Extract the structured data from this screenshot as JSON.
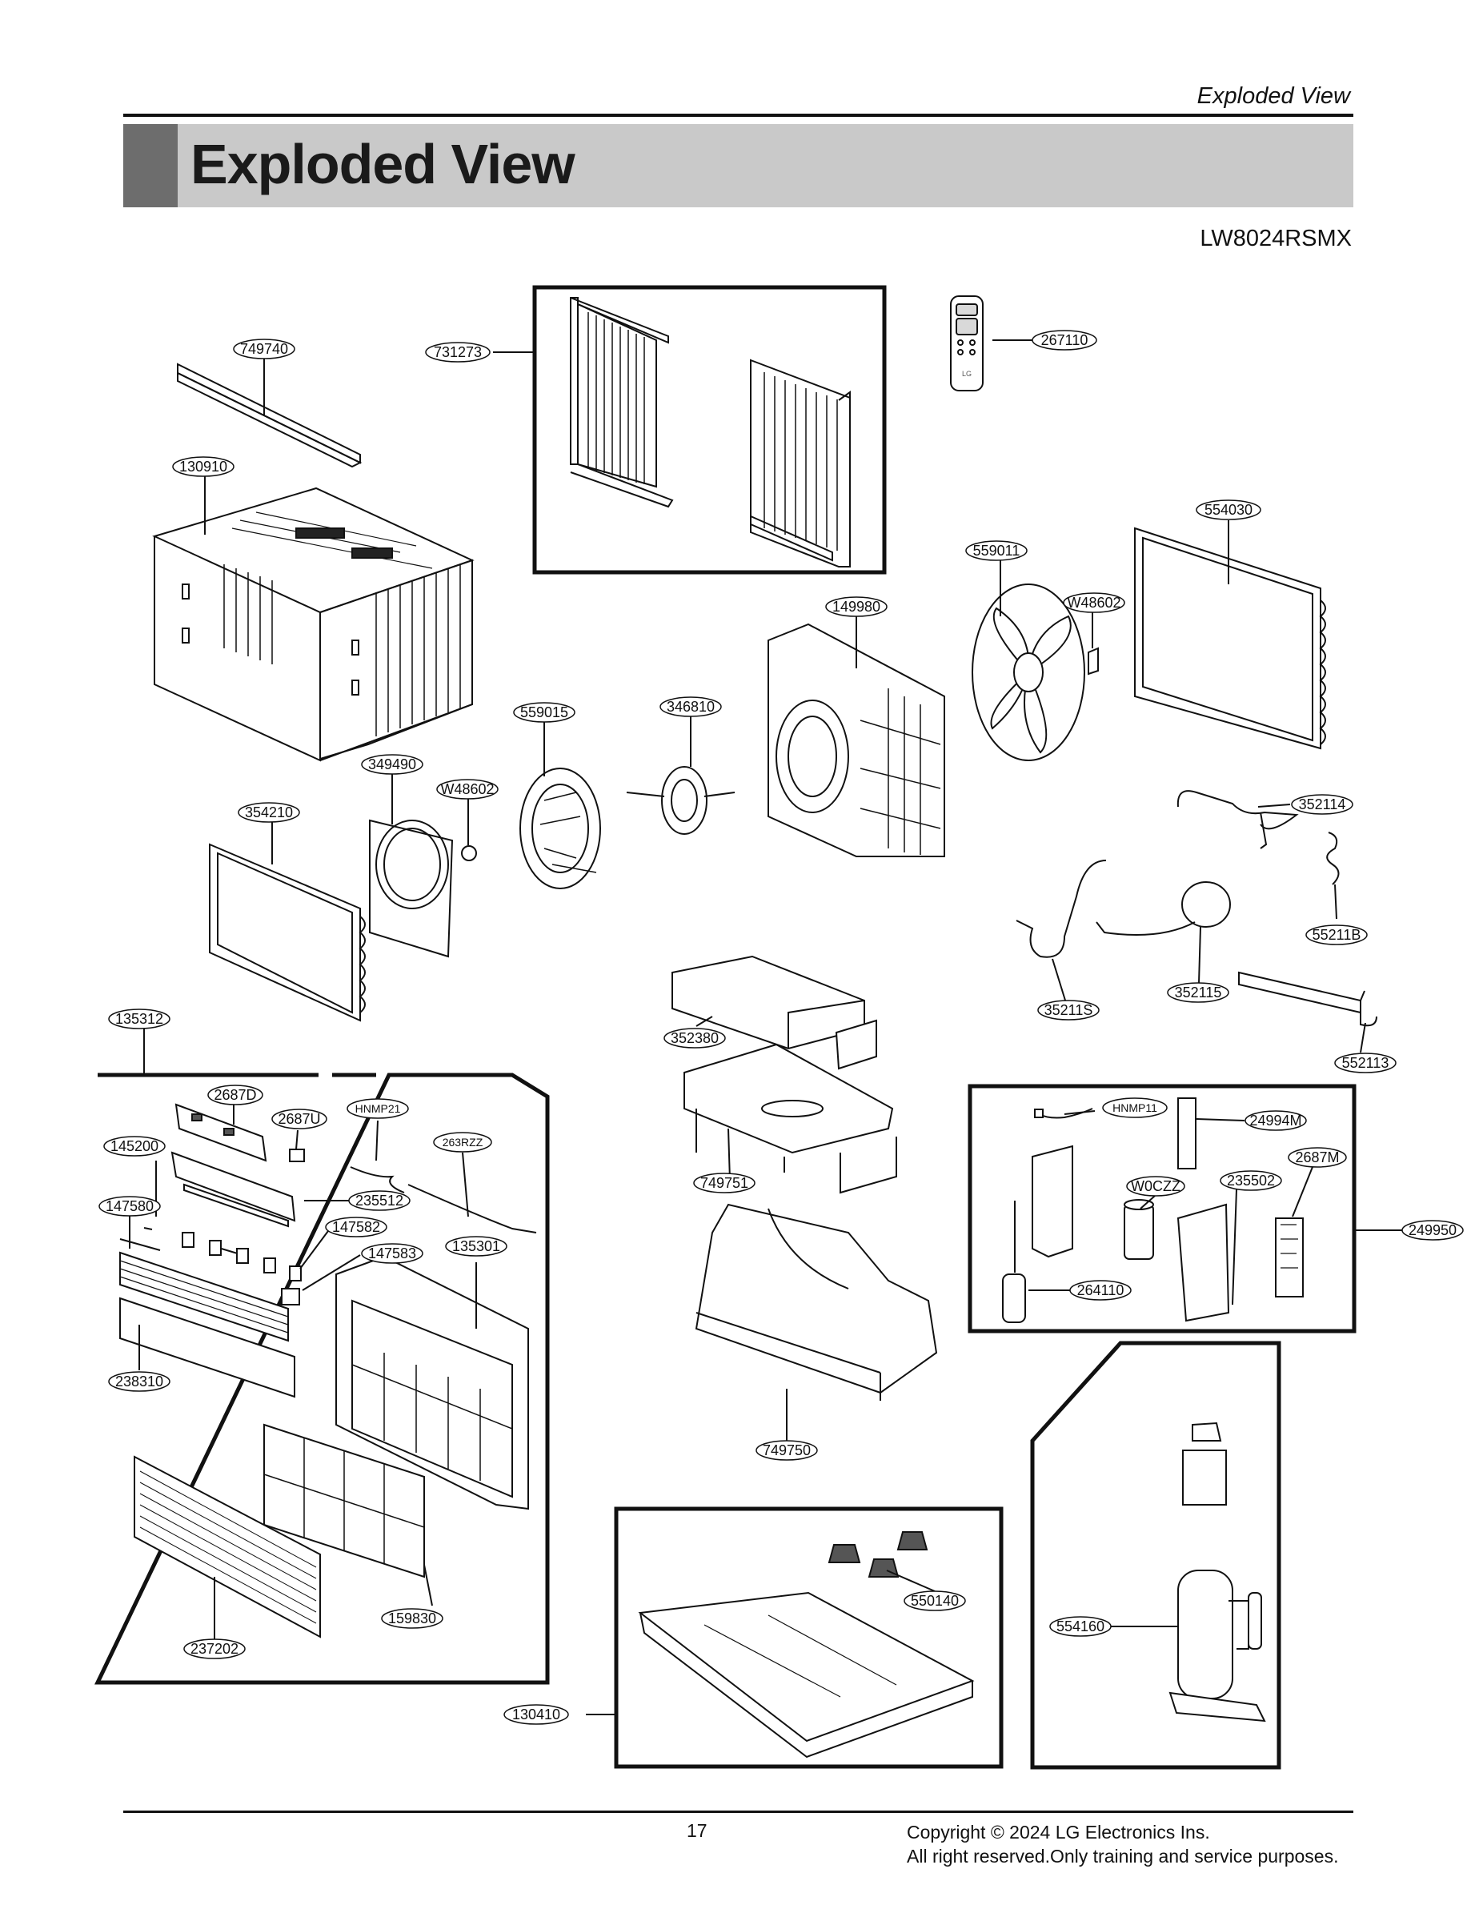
{
  "header": {
    "section_label": "Exploded View",
    "title": "Exploded View",
    "model": "LW8024RSMX"
  },
  "remote": {
    "brand": "LG"
  },
  "parts": [
    {
      "id": "p749740",
      "label": "749740"
    },
    {
      "id": "p731273",
      "label": "731273"
    },
    {
      "id": "p267110",
      "label": "267110"
    },
    {
      "id": "p130910",
      "label": "130910"
    },
    {
      "id": "p554030",
      "label": "554030"
    },
    {
      "id": "p559011",
      "label": "559011"
    },
    {
      "id": "p149980",
      "label": "149980"
    },
    {
      "id": "pW48602a",
      "label": "W48602"
    },
    {
      "id": "p559015",
      "label": "559015"
    },
    {
      "id": "p346810",
      "label": "346810"
    },
    {
      "id": "p349490",
      "label": "349490"
    },
    {
      "id": "pW48602b",
      "label": "W48602"
    },
    {
      "id": "p354210",
      "label": "354210"
    },
    {
      "id": "p352114",
      "label": "352114"
    },
    {
      "id": "p55211B",
      "label": "55211B"
    },
    {
      "id": "p35211S",
      "label": "35211S"
    },
    {
      "id": "p352115",
      "label": "352115"
    },
    {
      "id": "p552113",
      "label": "552113"
    },
    {
      "id": "p135312",
      "label": "135312"
    },
    {
      "id": "p352380",
      "label": "352380"
    },
    {
      "id": "p2687D",
      "label": "2687D"
    },
    {
      "id": "p2687U",
      "label": "2687U"
    },
    {
      "id": "pHNMP21",
      "label": "HNMP21"
    },
    {
      "id": "p263RZZ",
      "label": "263RZZ"
    },
    {
      "id": "p145200",
      "label": "145200"
    },
    {
      "id": "p235512",
      "label": "235512"
    },
    {
      "id": "p147580",
      "label": "147580"
    },
    {
      "id": "p147582",
      "label": "147582"
    },
    {
      "id": "p147583",
      "label": "147583"
    },
    {
      "id": "p135301",
      "label": "135301"
    },
    {
      "id": "p238310",
      "label": "238310"
    },
    {
      "id": "p749751",
      "label": "749751"
    },
    {
      "id": "pHNMP11",
      "label": "HNMP11"
    },
    {
      "id": "p24994M",
      "label": "24994M"
    },
    {
      "id": "p2687M",
      "label": "2687M"
    },
    {
      "id": "pW0CZZ",
      "label": "W0CZZ"
    },
    {
      "id": "p235502",
      "label": "235502"
    },
    {
      "id": "p249950",
      "label": "249950"
    },
    {
      "id": "p264110",
      "label": "264110"
    },
    {
      "id": "p749750",
      "label": "749750"
    },
    {
      "id": "p159830",
      "label": "159830"
    },
    {
      "id": "p237202",
      "label": "237202"
    },
    {
      "id": "p550140",
      "label": "550140"
    },
    {
      "id": "p554160",
      "label": "554160"
    },
    {
      "id": "p130410",
      "label": "130410"
    }
  ],
  "footer": {
    "page_number": "17",
    "copyright_line1": "Copyright © 2024 LG Electronics Ins.",
    "copyright_line2": "All right reserved.Only training and service purposes."
  }
}
